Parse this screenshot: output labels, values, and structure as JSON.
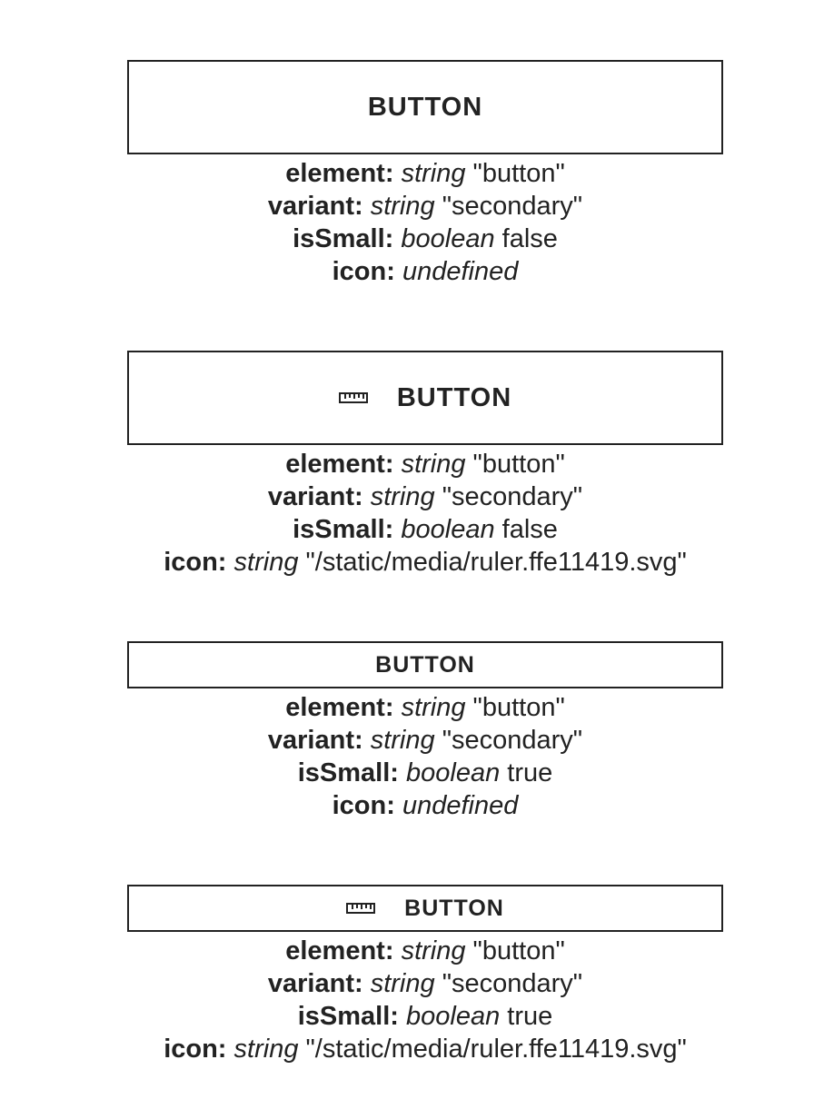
{
  "variants": [
    {
      "button_label": "BUTTON",
      "props": [
        {
          "key": "element:",
          "type": "string",
          "value": "\"button\""
        },
        {
          "key": "variant:",
          "type": "string",
          "value": "\"secondary\""
        },
        {
          "key": "isSmall:",
          "type": "boolean",
          "value": "false"
        },
        {
          "key": "icon:",
          "type": "undefined",
          "value": ""
        }
      ]
    },
    {
      "button_label": "BUTTON",
      "icon": "ruler-icon",
      "props": [
        {
          "key": "element:",
          "type": "string",
          "value": "\"button\""
        },
        {
          "key": "variant:",
          "type": "string",
          "value": "\"secondary\""
        },
        {
          "key": "isSmall:",
          "type": "boolean",
          "value": "false"
        },
        {
          "key": "icon:",
          "type": "string",
          "value": "\"/static/media/ruler.ffe11419.svg\""
        }
      ]
    },
    {
      "button_label": "BUTTON",
      "props": [
        {
          "key": "element:",
          "type": "string",
          "value": "\"button\""
        },
        {
          "key": "variant:",
          "type": "string",
          "value": "\"secondary\""
        },
        {
          "key": "isSmall:",
          "type": "boolean",
          "value": "true"
        },
        {
          "key": "icon:",
          "type": "undefined",
          "value": ""
        }
      ]
    },
    {
      "button_label": "BUTTON",
      "icon": "ruler-icon",
      "props": [
        {
          "key": "element:",
          "type": "string",
          "value": "\"button\""
        },
        {
          "key": "variant:",
          "type": "string",
          "value": "\"secondary\""
        },
        {
          "key": "isSmall:",
          "type": "boolean",
          "value": "true"
        },
        {
          "key": "icon:",
          "type": "string",
          "value": "\"/static/media/ruler.ffe11419.svg\""
        }
      ]
    }
  ],
  "colors": {
    "ink": "#222222",
    "background": "#ffffff"
  }
}
